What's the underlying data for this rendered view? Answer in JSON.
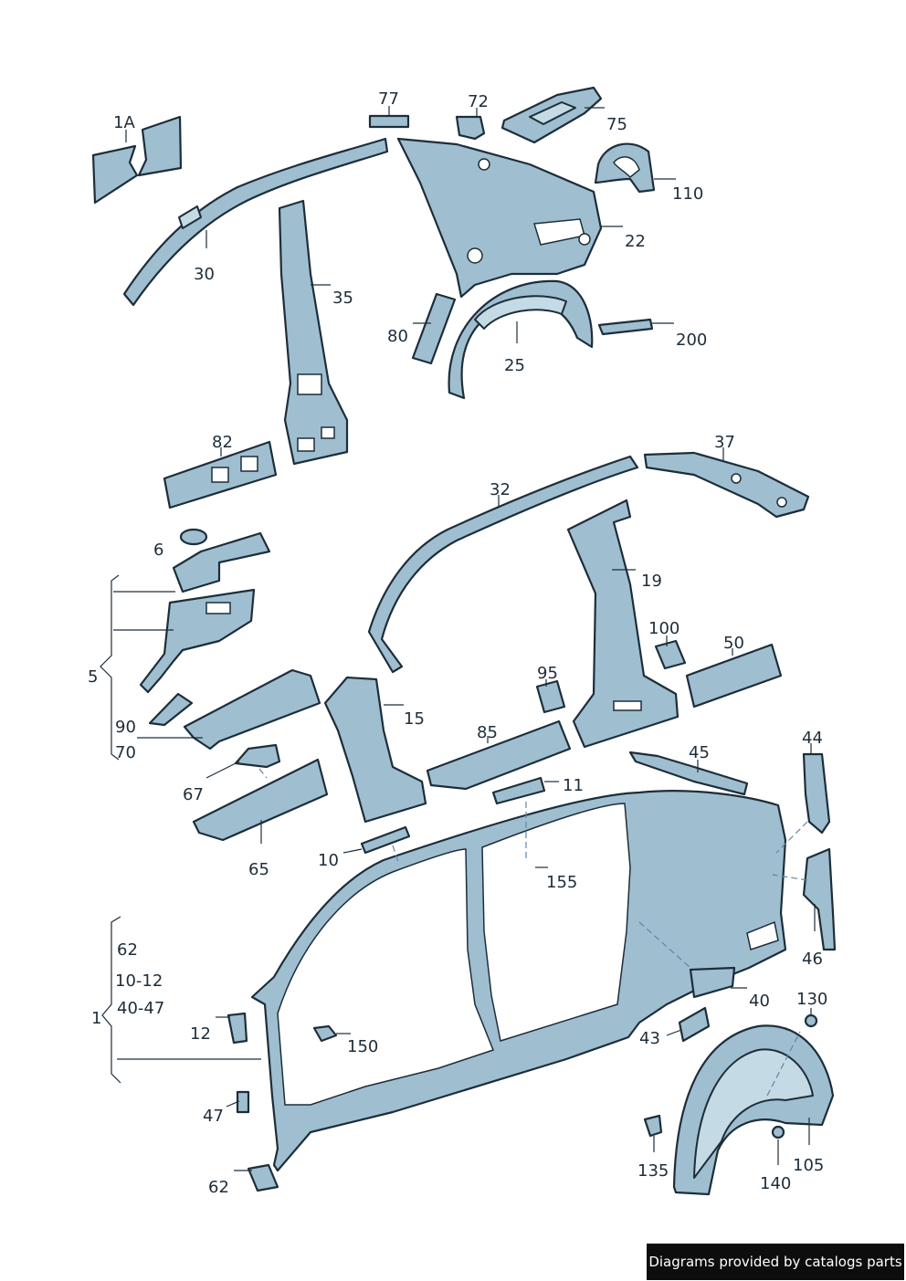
{
  "labels": {
    "l1A": "1A",
    "l77": "77",
    "l72": "72",
    "l75": "75",
    "l110": "110",
    "l22": "22",
    "l30": "30",
    "l35": "35",
    "l80": "80",
    "l25": "25",
    "l200": "200",
    "l82": "82",
    "l37": "37",
    "l32": "32",
    "l6": "6",
    "l19": "19",
    "l5": "5",
    "l100": "100",
    "l50": "50",
    "l95": "95",
    "l15": "15",
    "l90": "90",
    "l70": "70",
    "l85": "85",
    "l44": "44",
    "l45": "45",
    "l67": "67",
    "l11": "11",
    "l65": "65",
    "l10": "10",
    "l155": "155",
    "l62a": "62",
    "l10_12": "10-12",
    "l40_47": "40-47",
    "l1": "1",
    "l46": "46",
    "l12": "12",
    "l40": "40",
    "l130": "130",
    "l150": "150",
    "l43": "43",
    "l47": "47",
    "l135": "135",
    "l105": "105",
    "l140": "140",
    "l62b": "62"
  },
  "footer": "Diagrams provided by catalogs parts",
  "colors": {
    "part": "#9fbfd0",
    "outline": "#1d2d3a",
    "footer_bg": "#0d0d0d"
  }
}
